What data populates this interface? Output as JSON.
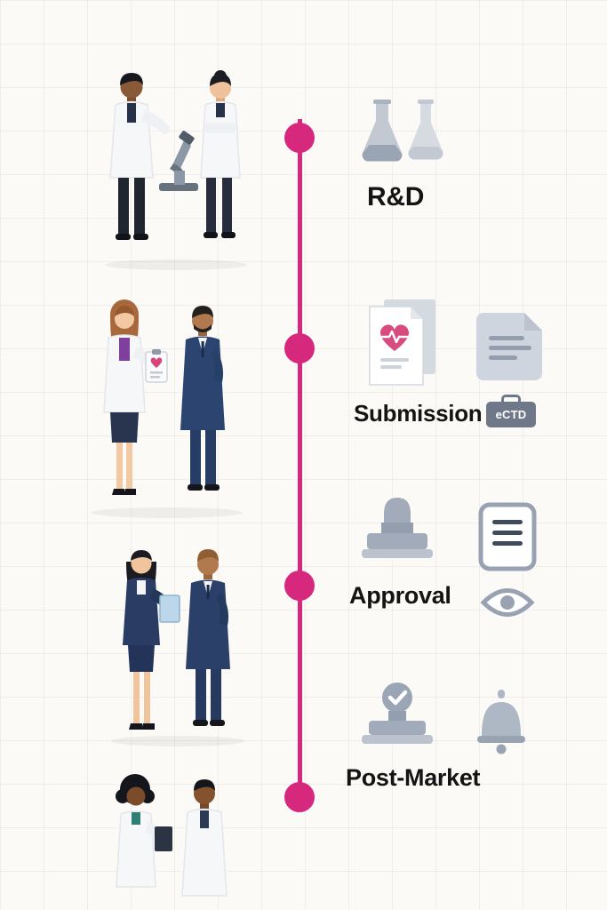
{
  "theme": {
    "accent_pink": "#d6297d",
    "icon_gray": "#9aa5b5",
    "icon_gray_light": "#cfd5de",
    "label_color": "#141414",
    "background": "#fbfaf7",
    "heart_pink": "#d84b7e"
  },
  "timeline": {
    "orientation": "vertical",
    "stages": [
      {
        "label": "R&D",
        "icons": [
          "erlenmeyer-flask-icon",
          "second-flask-icon"
        ],
        "illustration": "two-scientists-with-microscope"
      },
      {
        "label": "Submission",
        "badge": "eCTD",
        "icons": [
          "medical-report-document-icon",
          "document-copy-icon",
          "ectd-briefcase-icon"
        ],
        "illustration": "clinician-with-clipboard-and-executive"
      },
      {
        "label": "Approval",
        "icons": [
          "rubber-stamp-icon",
          "document-lines-icon",
          "eye-icon"
        ],
        "illustration": "businesswoman-with-tablet-and-businessman"
      },
      {
        "label": "Post-Market",
        "icons": [
          "approved-stamp-check-icon",
          "alert-bell-icon"
        ],
        "illustration": "two-clinicians-with-tablet"
      }
    ]
  }
}
